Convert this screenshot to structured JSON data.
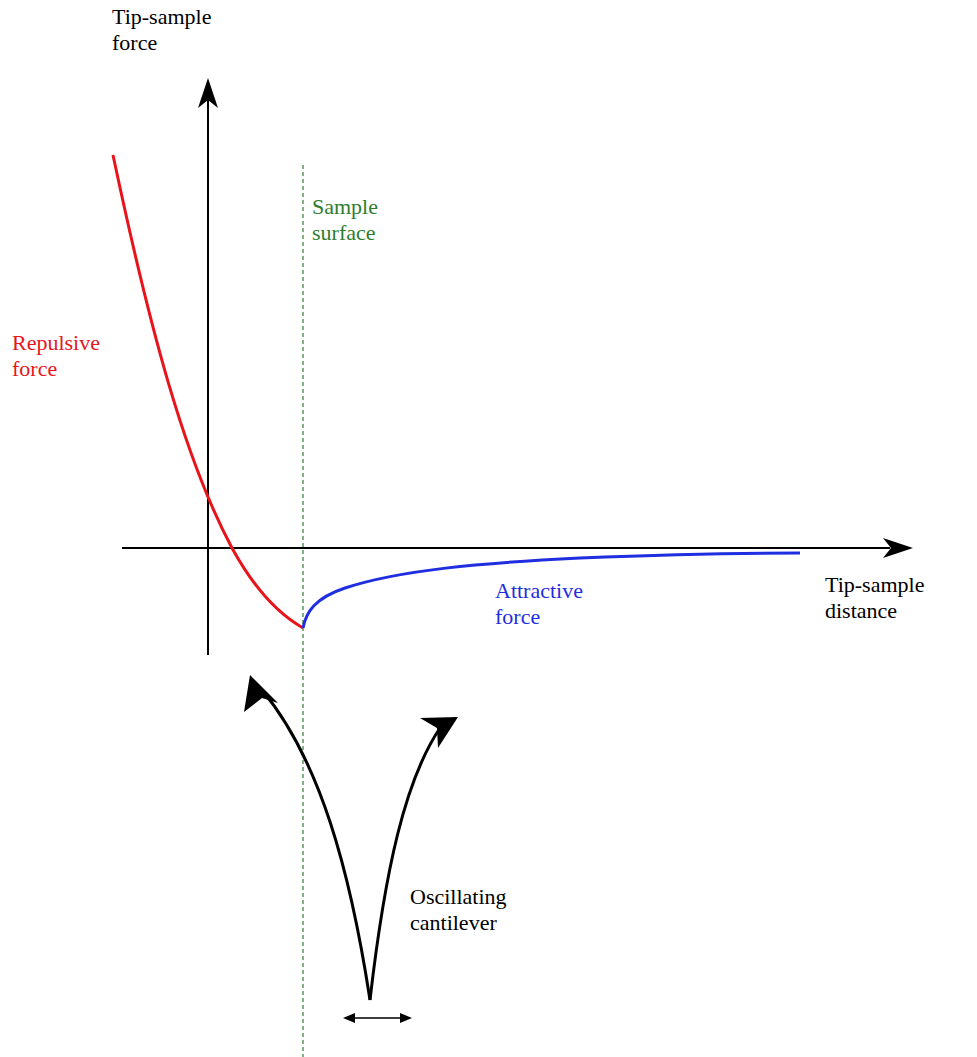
{
  "diagram": {
    "labels": [
      "Tip-sample force",
      "Sample surface",
      "Repulsive force",
      "Attractive force",
      "Tip-sample distance",
      "Oscillating cantilever"
    ]
  }
}
